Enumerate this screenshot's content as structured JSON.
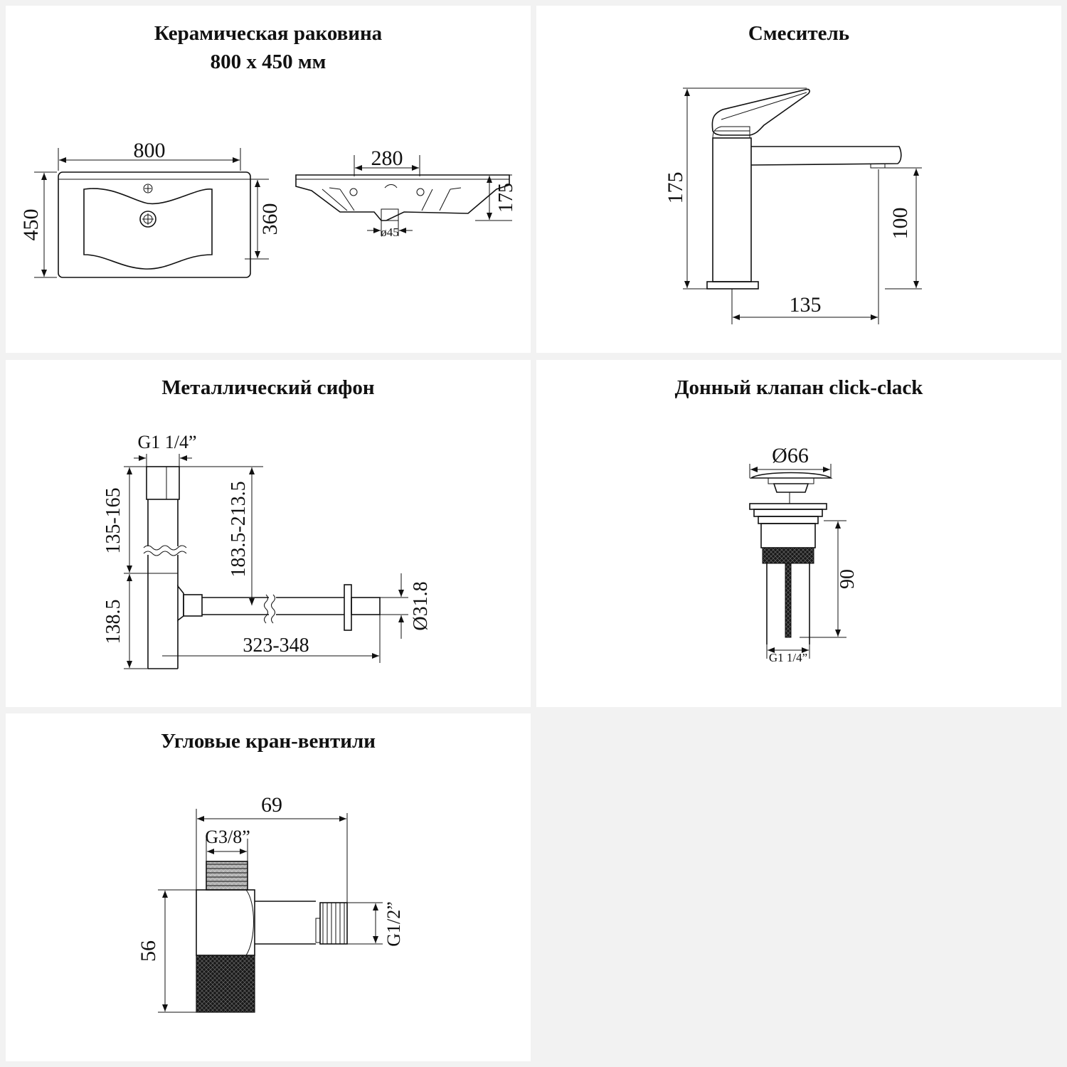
{
  "panels": {
    "sink": {
      "title_line1": "Керамическая раковина",
      "title_line2": "800 x 450 мм",
      "dims": {
        "width": "800",
        "depth": "450",
        "bowl": "360",
        "side_width": "280",
        "height": "175",
        "drain": "ø45"
      }
    },
    "faucet": {
      "title": "Смеситель",
      "dims": {
        "height": "175",
        "spout_height": "100",
        "reach": "135"
      }
    },
    "siphon": {
      "title": "Металлический сифон",
      "dims": {
        "thread": "G1 1/4”",
        "upper": "135-165",
        "vertical": "183.5-213.5",
        "lower": "138.5",
        "length": "323-348",
        "outlet": "Ø31.8"
      }
    },
    "valve": {
      "title": "Донный клапан click-clack",
      "dims": {
        "cap": "Ø66",
        "height": "90",
        "thread": "G1 1/4”"
      }
    },
    "angle_valves": {
      "title": "Угловые кран-вентили",
      "dims": {
        "length": "69",
        "inlet": "G3/8”",
        "height": "56",
        "outlet": "G1/2”"
      }
    }
  },
  "colors": {
    "background": "#f2f2f2",
    "panel": "#ffffff",
    "line": "#111111"
  }
}
